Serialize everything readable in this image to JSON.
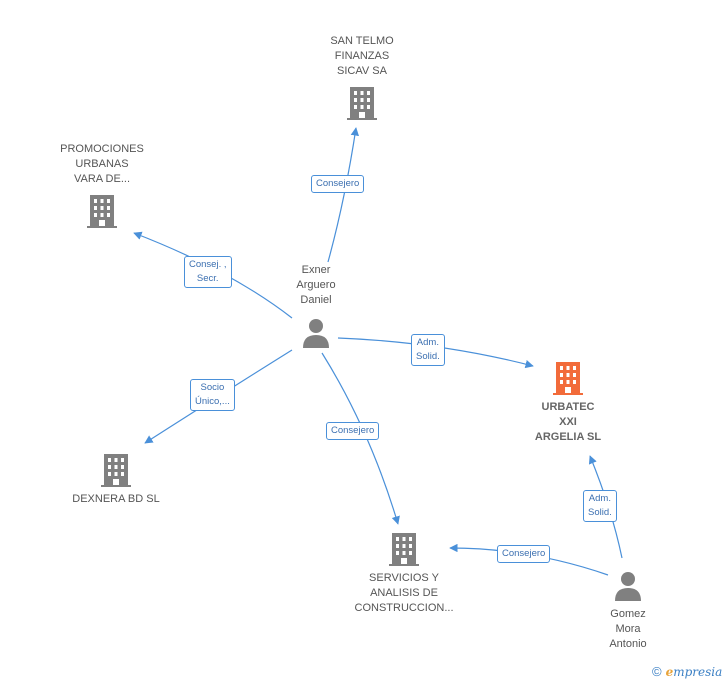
{
  "colors": {
    "edge": "#4a90d9",
    "company": "#808080",
    "main_company": "#f26b3a",
    "person": "#808080"
  },
  "nodes": {
    "san_telmo": {
      "label": "SAN TELMO\nFINANZAS\nSICAV SA",
      "icon": "building-icon"
    },
    "promociones": {
      "label": "PROMOCIONES\nURBANAS\nVARA DE...",
      "icon": "building-icon"
    },
    "exner": {
      "label": "Exner\nArguero\nDaniel",
      "icon": "person-icon"
    },
    "urbatec": {
      "label": "URBATEC\nXXI\nARGELIA SL",
      "icon": "building-icon"
    },
    "dexnera": {
      "label": "DEXNERA BD SL",
      "icon": "building-icon"
    },
    "servicios": {
      "label": "SERVICIOS Y\nANALISIS DE\nCONSTRUCCION...",
      "icon": "building-icon"
    },
    "gomez": {
      "label": "Gomez\nMora\nAntonio",
      "icon": "person-icon"
    }
  },
  "edges": {
    "consejero_san_telmo": "Consejero",
    "consej_secr": "Consej. ,\nSecr.",
    "adm_solid_1": "Adm.\nSolid.",
    "socio_unico": "Socio\nÚnico,...",
    "consejero_servicios": "Consejero",
    "adm_solid_2": "Adm.\nSolid.",
    "consejero_gomez": "Consejero"
  },
  "footer": {
    "copyright": "©",
    "brand_initial": "e",
    "brand_rest": "mpresia"
  }
}
